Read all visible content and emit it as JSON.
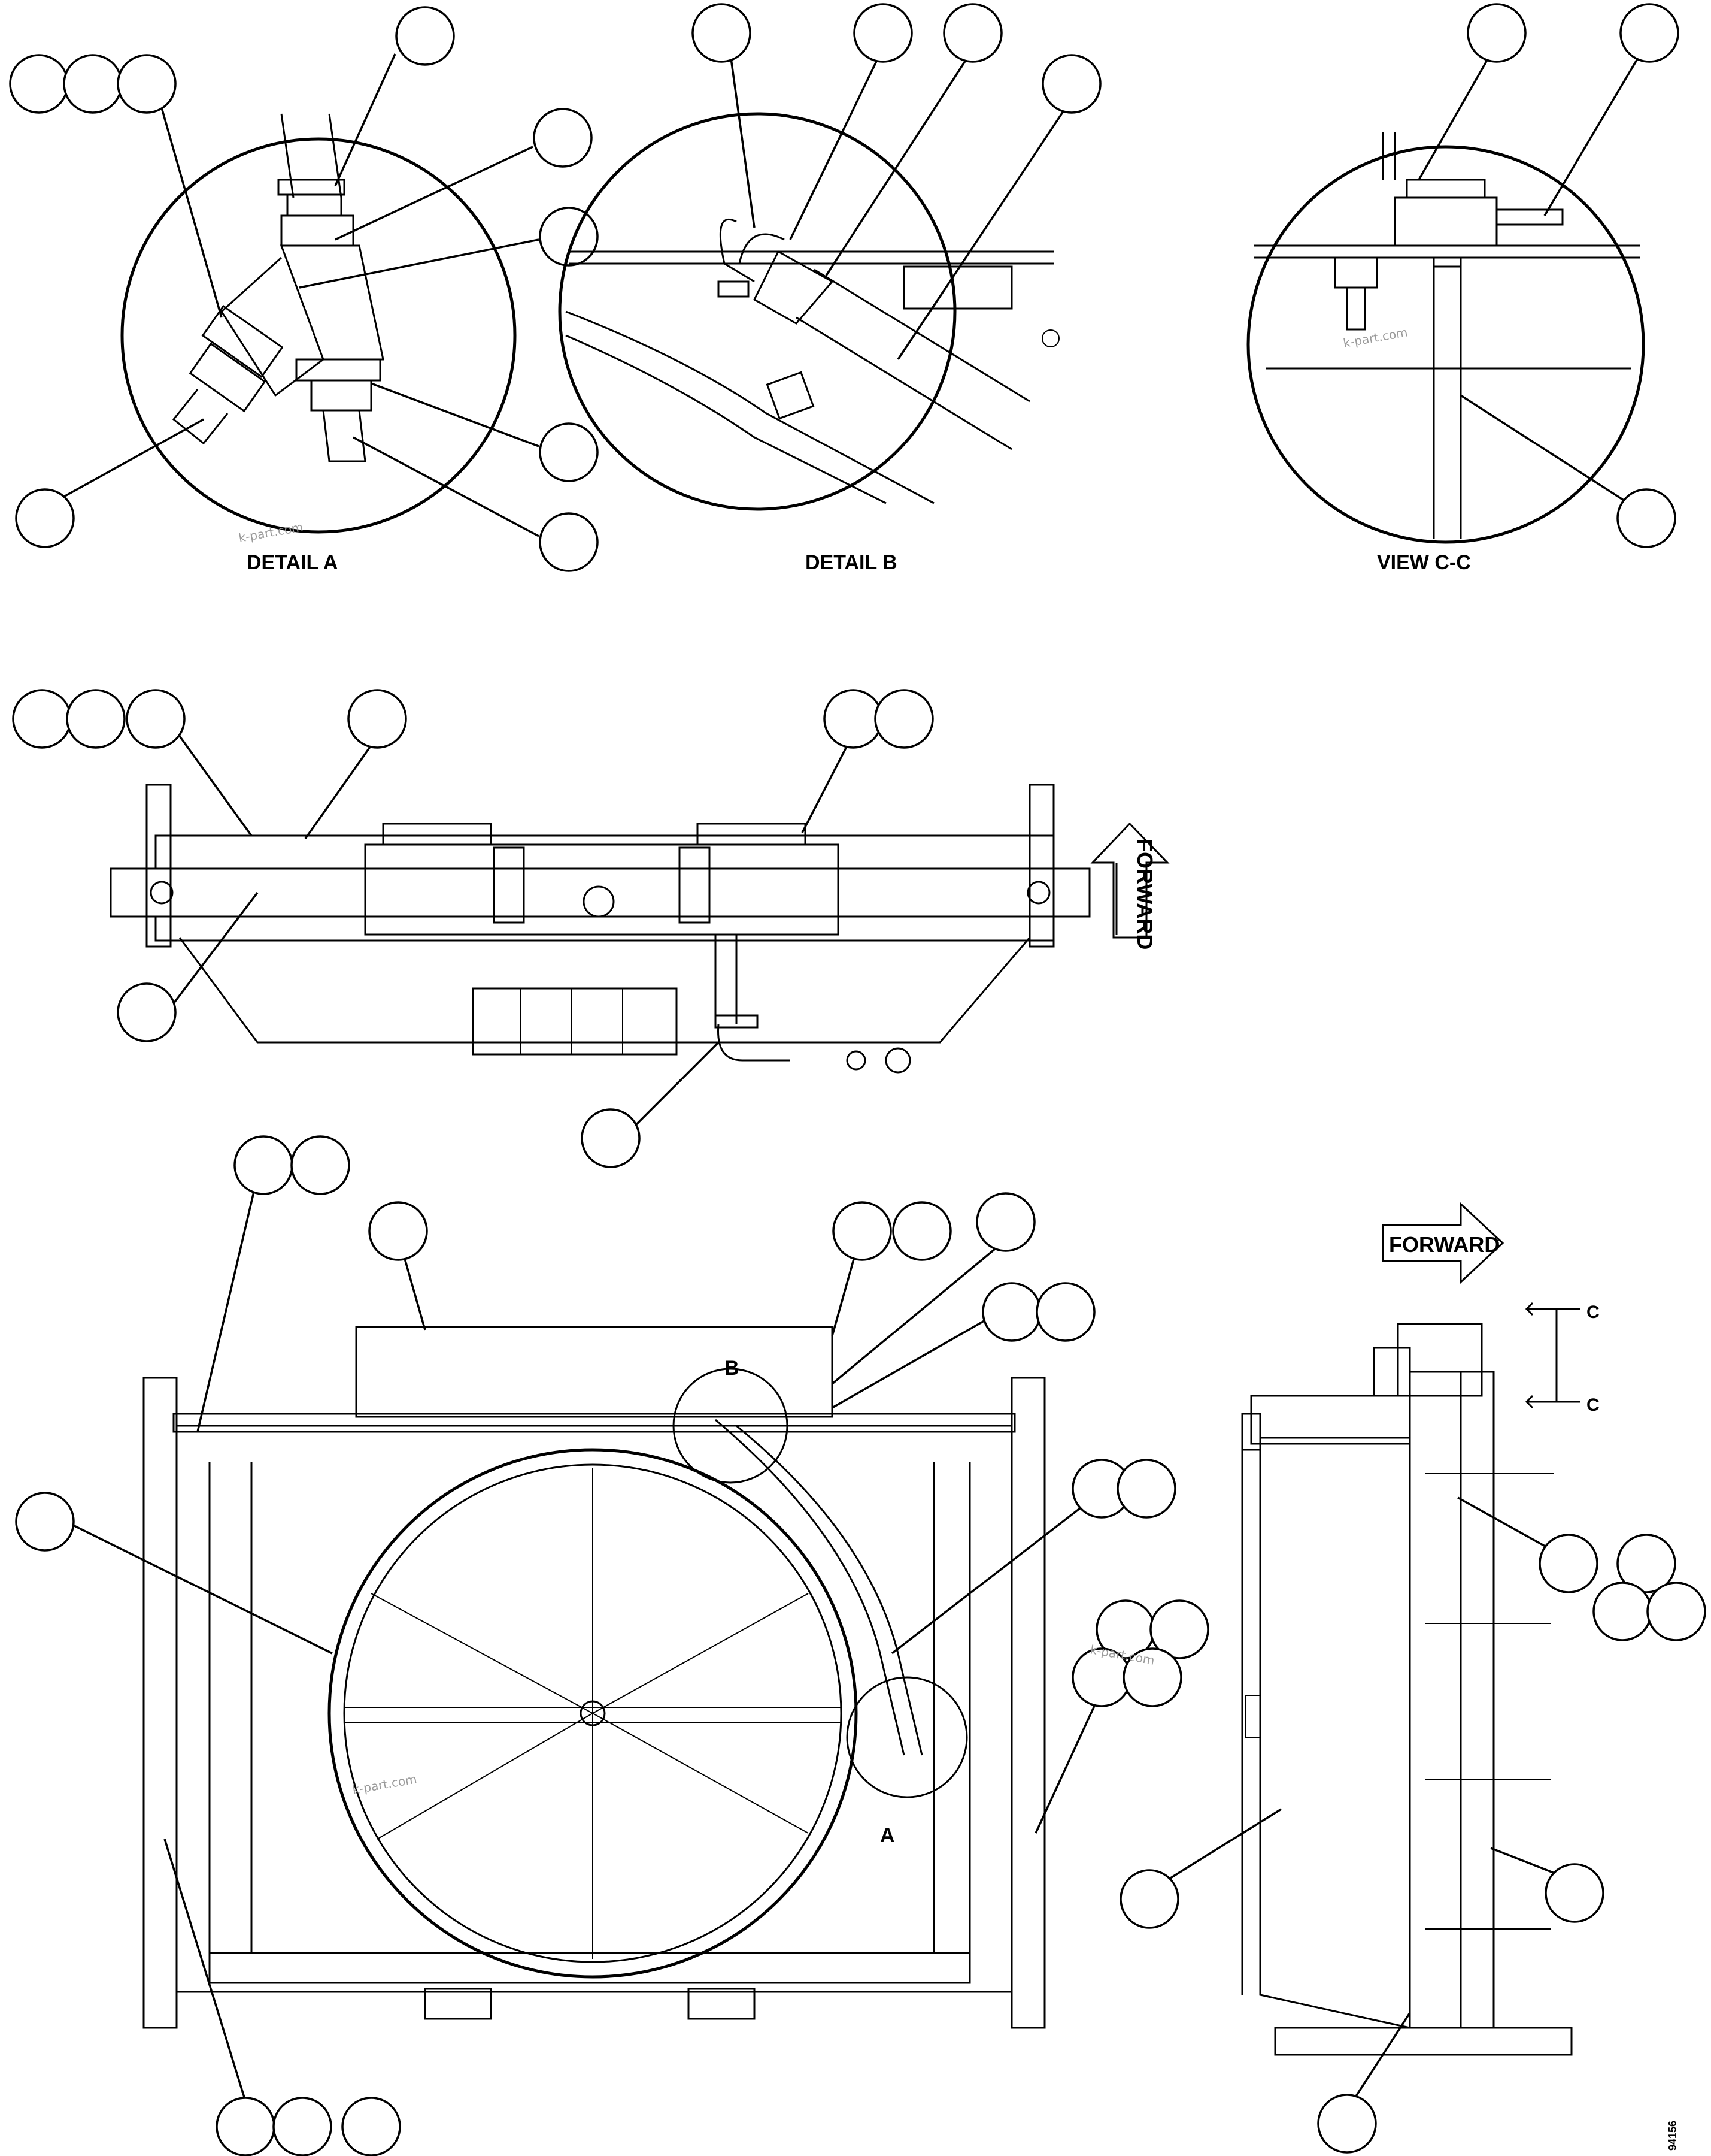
{
  "view_labels": {
    "detail_a": "DETAIL A",
    "detail_b": "DETAIL B",
    "view_cc": "VIEW C-C"
  },
  "arrow_labels": {
    "forward_top": "FORWARD",
    "forward_side": "FORWARD"
  },
  "section_letters": {
    "a": "A",
    "b": "B",
    "c_upper": "C",
    "c_lower": "C"
  },
  "watermark": "k-part.com",
  "drawing_number": "94156"
}
